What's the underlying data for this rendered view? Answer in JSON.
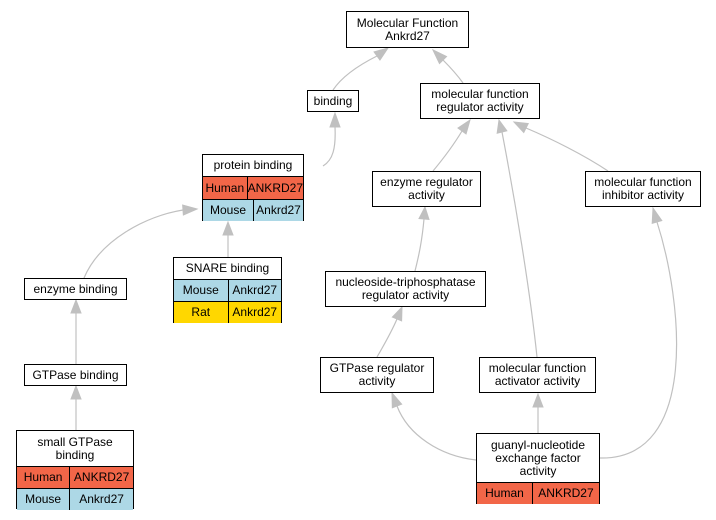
{
  "colors": {
    "edge": "#c0c0c0",
    "human": "#f26648",
    "mouse": "#add8e6",
    "rat": "#ffd700"
  },
  "nodes": {
    "root": {
      "title": "Molecular Function\nAnkrd27"
    },
    "binding": {
      "title": "binding"
    },
    "mf_regulator": {
      "title": "molecular function\nregulator activity"
    },
    "protein_binding": {
      "title": "protein binding",
      "rows": [
        {
          "species": "Human",
          "gene": "ANKRD27"
        },
        {
          "species": "Mouse",
          "gene": "Ankrd27"
        }
      ]
    },
    "enzyme_regulator": {
      "title": "enzyme regulator\nactivity"
    },
    "mf_inhibitor": {
      "title": "molecular function\ninhibitor activity"
    },
    "snare_binding": {
      "title": "SNARE binding",
      "rows": [
        {
          "species": "Mouse",
          "gene": "Ankrd27"
        },
        {
          "species": "Rat",
          "gene": "Ankrd27"
        }
      ]
    },
    "enzyme_binding": {
      "title": "enzyme binding"
    },
    "ntpase_regulator": {
      "title": "nucleoside-triphosphatase\nregulator activity"
    },
    "gtpase_binding": {
      "title": "GTPase binding"
    },
    "gtpase_regulator": {
      "title": "GTPase regulator\nactivity"
    },
    "mf_activator": {
      "title": "molecular function\nactivator activity"
    },
    "small_gtpase_binding": {
      "title": "small GTPase\nbinding",
      "rows": [
        {
          "species": "Human",
          "gene": "ANKRD27"
        },
        {
          "species": "Mouse",
          "gene": "Ankrd27"
        }
      ]
    },
    "gef_activity": {
      "title": "guanyl-nucleotide\nexchange factor\nactivity",
      "rows": [
        {
          "species": "Human",
          "gene": "ANKRD27"
        }
      ]
    }
  }
}
